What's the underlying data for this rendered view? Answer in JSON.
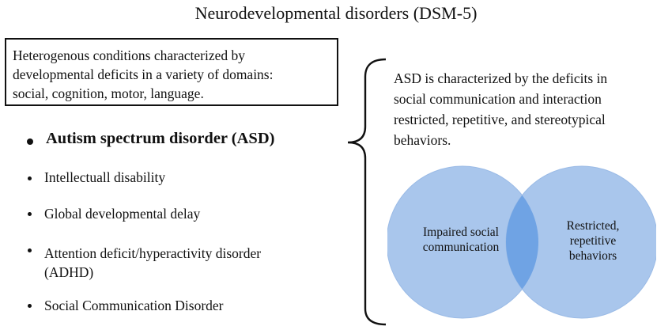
{
  "title": "Neurodevelopmental disorders (DSM-5)",
  "definition": {
    "lines": [
      "Heterogenous conditions characterized by",
      "developmental deficits in a variety of domains:",
      "social, cognition, motor, language."
    ]
  },
  "disorders": [
    {
      "lines": [
        "Autism spectrum disorder (ASD)"
      ],
      "emphasized": true
    },
    {
      "lines": [
        "Intellectuall disability"
      ]
    },
    {
      "lines": [
        "Global developmental delay"
      ]
    },
    {
      "lines": [
        "Attention deficit/hyperactivity disorder",
        "(ADHD)"
      ]
    },
    {
      "lines": [
        "Social Communication Disorder"
      ]
    }
  ],
  "asd_description": {
    "lines": [
      "ASD is characterized by the deficits in",
      "social communication and interaction",
      "restricted, repetitive, and stereotypical",
      "behaviors."
    ]
  },
  "venn": {
    "left_label": [
      "Impaired social",
      "communication"
    ],
    "right_label": [
      "Restricted,",
      "repetitive",
      "behaviors"
    ],
    "colors": {
      "circle": "#a9c6ec",
      "circle_edge": "#9bbbe6",
      "overlap": "#6fa3e4"
    }
  }
}
